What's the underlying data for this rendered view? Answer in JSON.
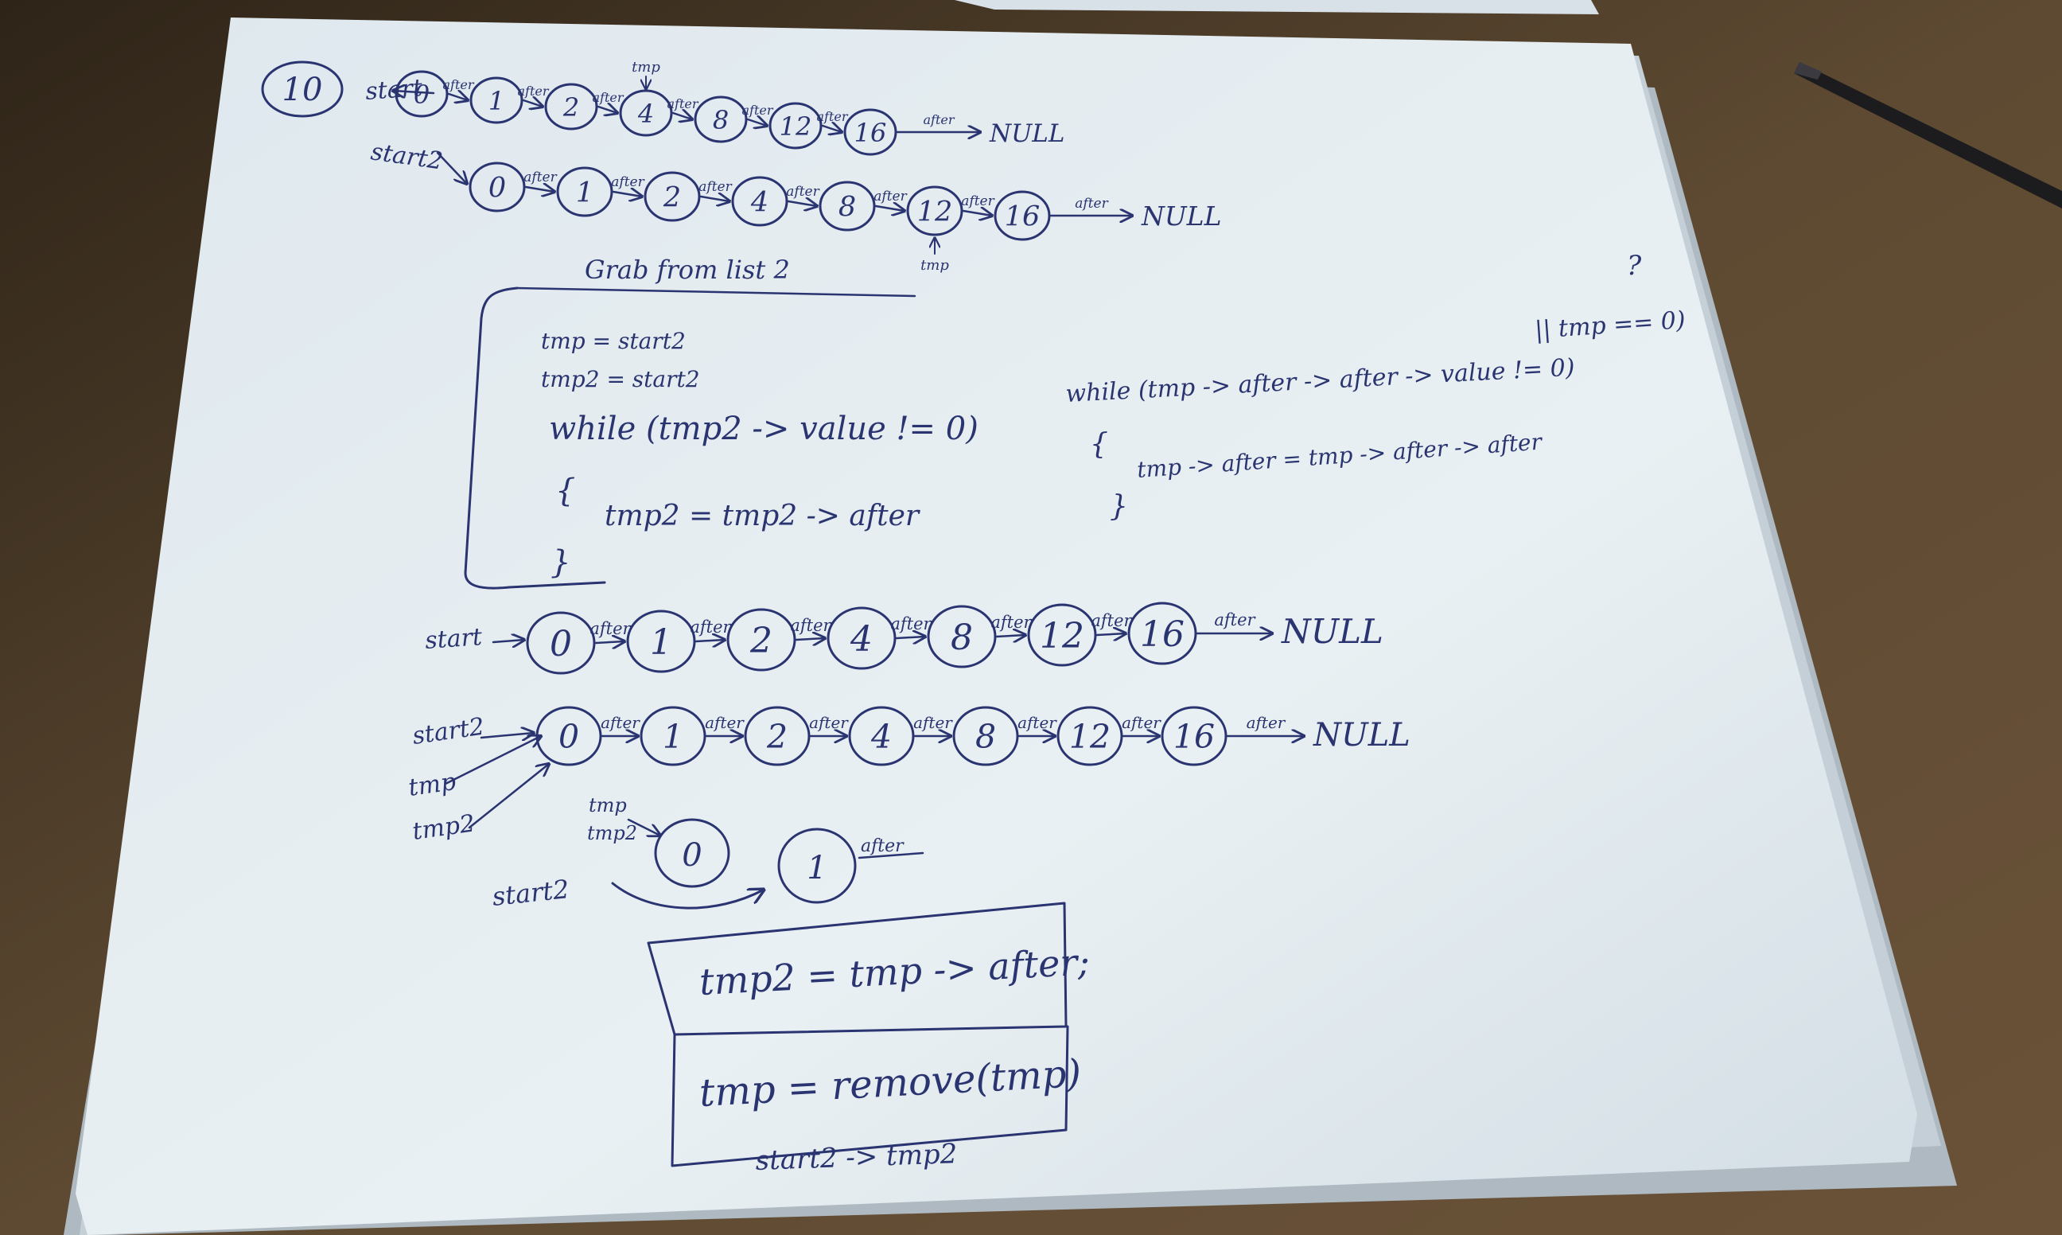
{
  "colors": {
    "desk": "#5a4a36",
    "paper": "#e6eef2",
    "paper_shadow": "#b9c6cf",
    "ink": "#2a3470",
    "pen": "#1c1c1e"
  },
  "note": {
    "problem_number": "10",
    "lists": [
      {
        "head_label": "start",
        "nodes": [
          "0",
          "1",
          "2",
          "4",
          "8",
          "12",
          "16"
        ],
        "link_label": "after",
        "tail_label": "NULL",
        "pointer_label": "tmp"
      },
      {
        "head_label": "start2",
        "nodes": [
          "0",
          "1",
          "2",
          "4",
          "8",
          "12",
          "16"
        ],
        "link_label": "after",
        "tail_label": "NULL",
        "pointer_label": "tmp"
      },
      {
        "head_label": "start",
        "nodes": [
          "0",
          "1",
          "2",
          "4",
          "8",
          "12",
          "16"
        ],
        "link_label": "after",
        "tail_label": "NULL"
      },
      {
        "head_label": "start2",
        "nodes": [
          "0",
          "1",
          "2",
          "4",
          "8",
          "12",
          "16"
        ],
        "link_label": "after",
        "tail_label": "NULL"
      }
    ],
    "code_box": {
      "title": "Grab from list 2",
      "lines": [
        "tmp = start2",
        "tmp2 = start2",
        "while (tmp2 -> value != 0)",
        "{",
        "tmp2 = tmp2 -> after",
        "}"
      ]
    },
    "side_code": {
      "question": "?",
      "condition_extra": "|| tmp == 0)",
      "lines": [
        "while (tmp -> after -> after -> value != 0)",
        "{",
        "tmp -> after = tmp -> after -> after",
        "}"
      ]
    },
    "pointer_labels": [
      "tmp",
      "tmp2"
    ],
    "small_diagram": {
      "pointer_labels": [
        "tmp",
        "tmp2"
      ],
      "head_label": "start2",
      "nodes": [
        "0",
        "1"
      ],
      "link_label": "after"
    },
    "bottom_box": {
      "line1": "tmp2 = tmp -> after;",
      "line2": "tmp = remove(tmp)",
      "footer": "start2 -> tmp2"
    }
  }
}
